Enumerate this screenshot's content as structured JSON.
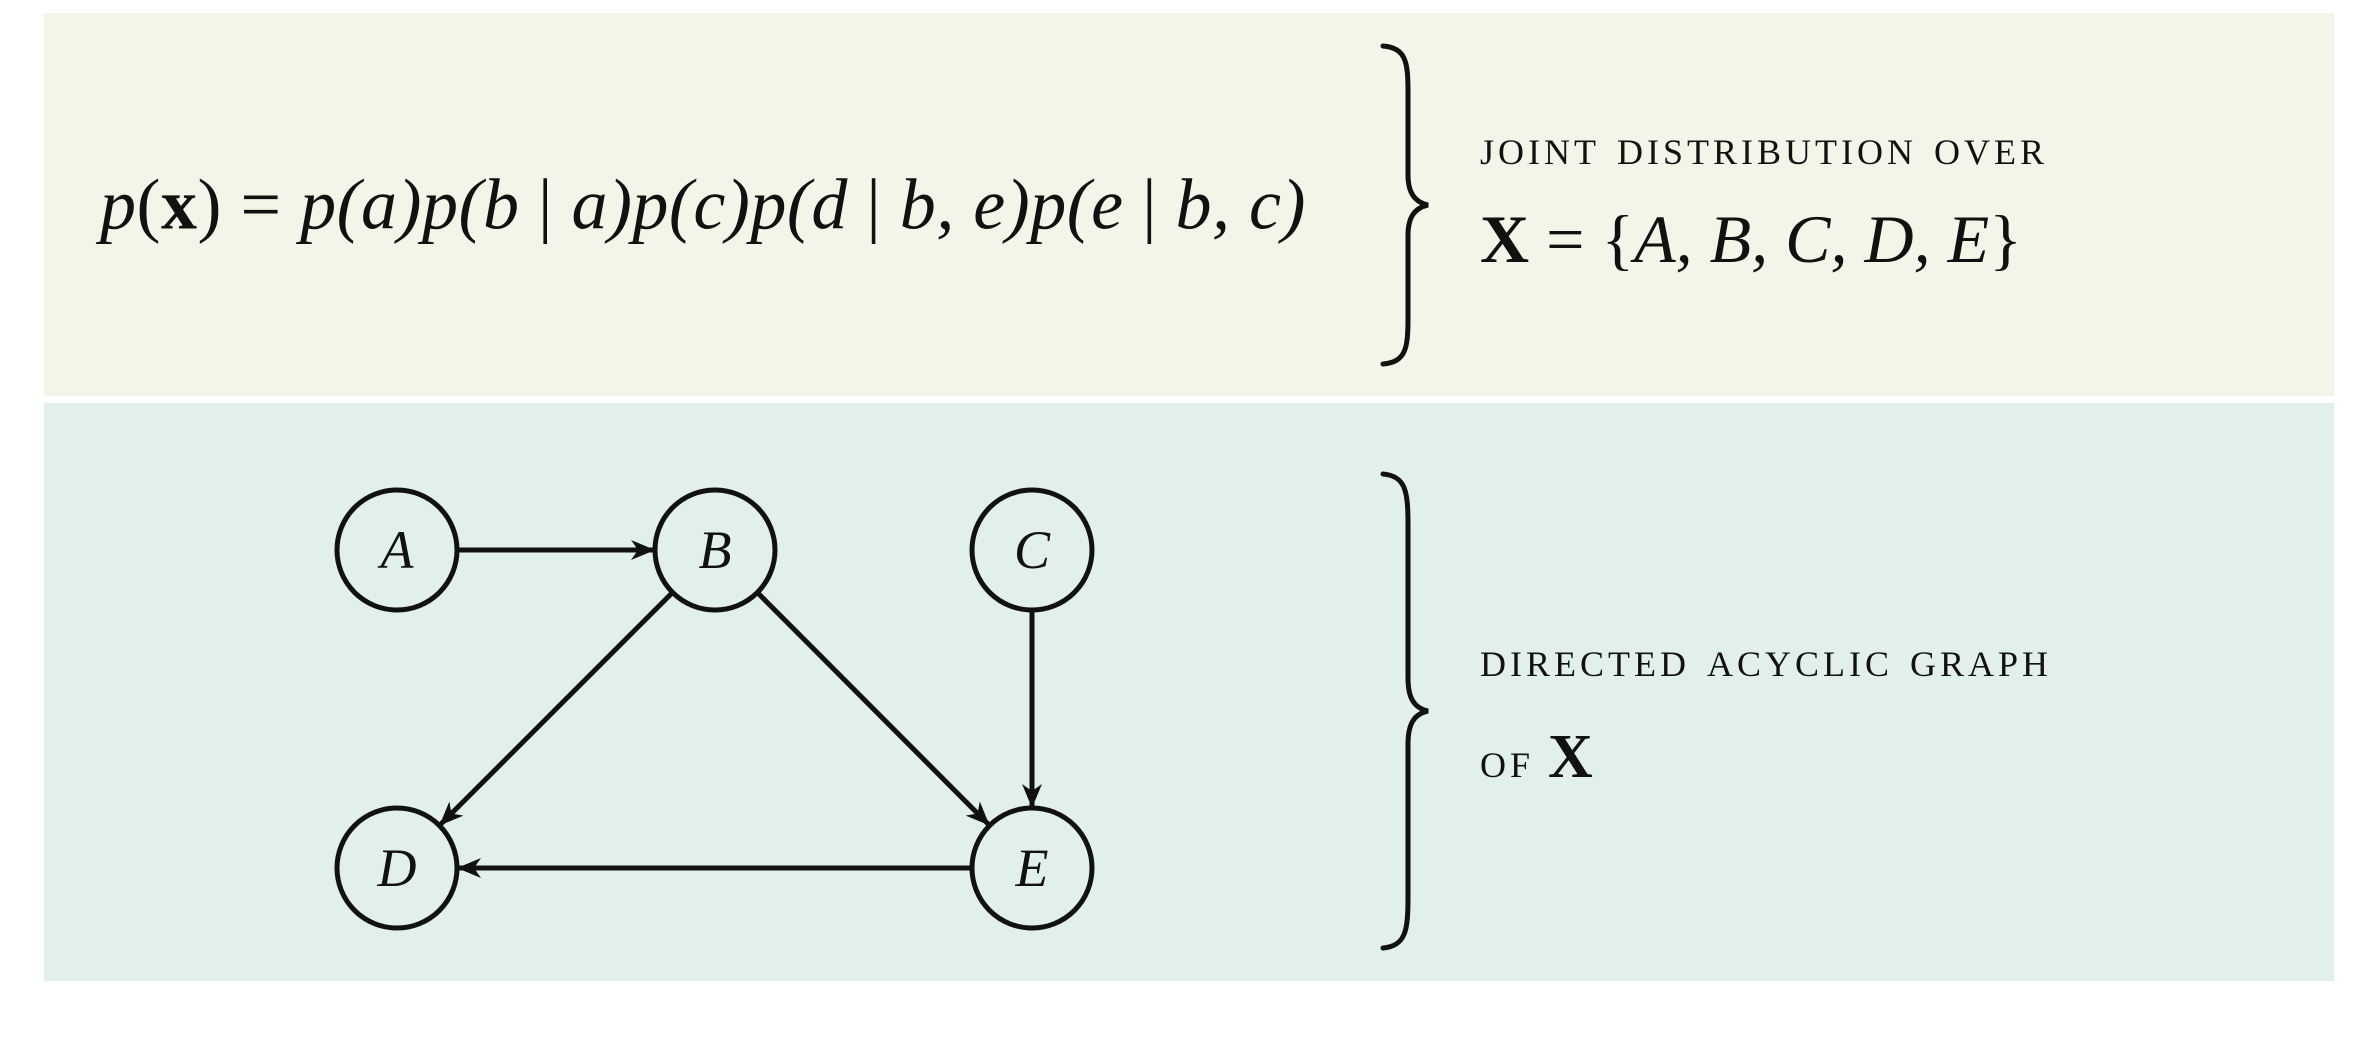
{
  "top_panel": {
    "formula_parts": {
      "p1": "p",
      "lp1": "(",
      "x1": "x",
      "rp1": ")",
      "eq": " = ",
      "t1": "p(a)",
      "t2a": "p(b",
      "bar2": " | ",
      "t2b": "a)",
      "t3": "p(c)",
      "t4a": "p(d",
      "bar4": " | ",
      "t4b": "b, e)",
      "t5a": "p(e",
      "bar5": " | ",
      "t5b": "b, c)"
    },
    "caption_line1": "joint distribution over",
    "set_X": "X",
    "set_eq": " = {",
    "set_members": "A, B, C, D, E",
    "set_close": "}"
  },
  "bottom_panel": {
    "caption_line1": "directed acyclic graph",
    "caption_line2_prefix": "of",
    "caption_line2_symbol": "X"
  },
  "graph": {
    "nodes": [
      {
        "id": "A",
        "label": "A"
      },
      {
        "id": "B",
        "label": "B"
      },
      {
        "id": "C",
        "label": "C"
      },
      {
        "id": "D",
        "label": "D"
      },
      {
        "id": "E",
        "label": "E"
      }
    ],
    "edges": [
      {
        "from": "A",
        "to": "B"
      },
      {
        "from": "B",
        "to": "D"
      },
      {
        "from": "B",
        "to": "E"
      },
      {
        "from": "C",
        "to": "E"
      },
      {
        "from": "E",
        "to": "D"
      }
    ]
  },
  "colors": {
    "top_panel_bg": "#f1f6e8",
    "bottom_panel_bg": "#e1f0eb",
    "ink": "#111111"
  }
}
